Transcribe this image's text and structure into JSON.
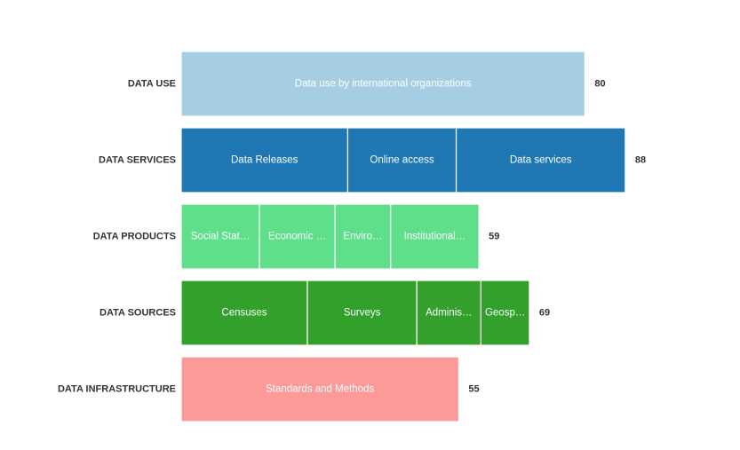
{
  "chart_data": {
    "type": "bar",
    "orientation": "horizontal",
    "stacked": true,
    "grid": false,
    "rows": [
      {
        "label": "DATA USE",
        "total": 80,
        "color": "#a6cee3",
        "segments": [
          {
            "label": "Data use by international organizations",
            "value": 80
          }
        ]
      },
      {
        "label": "DATA SERVICES",
        "total": 88,
        "color": "#1f78b4",
        "segments": [
          {
            "label": "Data Releases",
            "value": 33
          },
          {
            "label": "Online access",
            "value": 21.5
          },
          {
            "label": "Data services",
            "value": 33.5
          }
        ]
      },
      {
        "label": "DATA PRODUCTS",
        "total": 59,
        "color": "#5fdf8a",
        "segments": [
          {
            "label": "Social Stat…",
            "value": 15.5
          },
          {
            "label": "Economic …",
            "value": 15
          },
          {
            "label": "Enviro…",
            "value": 11
          },
          {
            "label": "Institutional…",
            "value": 17.5
          }
        ]
      },
      {
        "label": "DATA SOURCES",
        "total": 69,
        "color": "#33a02c",
        "segments": [
          {
            "label": "Censuses",
            "value": 25
          },
          {
            "label": "Surveys",
            "value": 21.7
          },
          {
            "label": "Adminis…",
            "value": 12.7
          },
          {
            "label": "Geosp…",
            "value": 9.6
          }
        ]
      },
      {
        "label": "DATA INFRASTRUCTURE",
        "total": 55,
        "color": "#fb9a99",
        "segments": [
          {
            "label": "Standards and Methods",
            "value": 55
          }
        ]
      }
    ]
  }
}
